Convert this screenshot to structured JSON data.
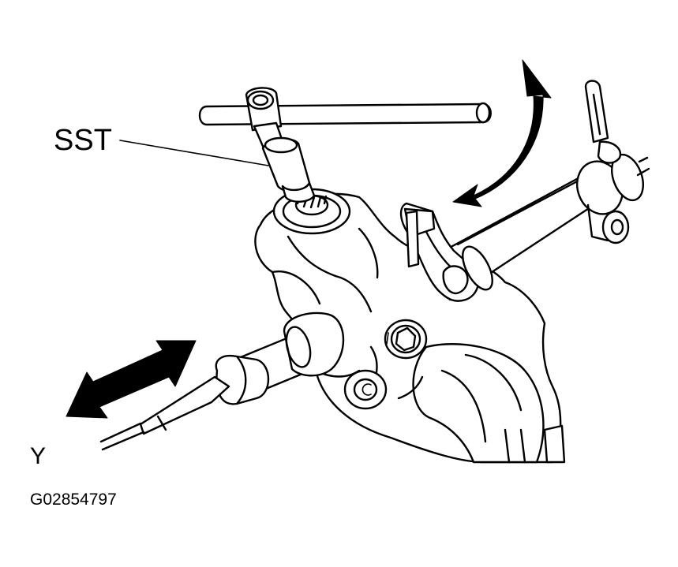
{
  "labels": {
    "tool": "SST",
    "marker": "Y",
    "figure_id": "G02854797"
  },
  "colors": {
    "ink": "#000000",
    "paper": "#ffffff"
  }
}
